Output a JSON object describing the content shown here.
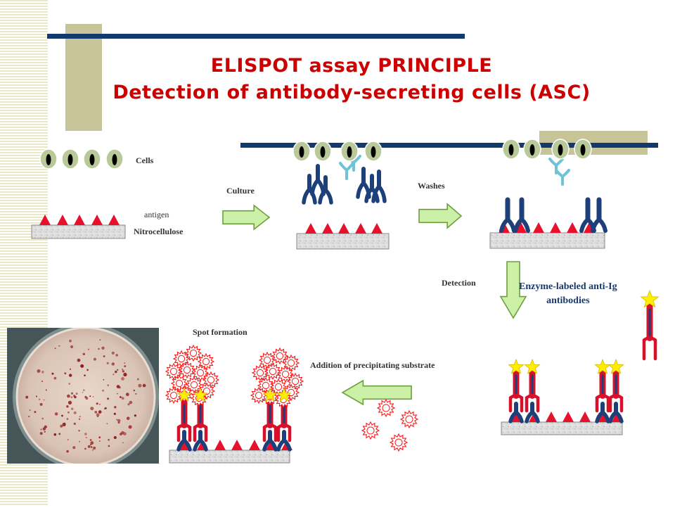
{
  "title": {
    "line1": "ELISPOT assay PRINCIPLE",
    "line2": "Detection of antibody-secreting cells (ASC)"
  },
  "labels": {
    "cells": "Cells",
    "antigen": "antigen",
    "nitrocellulose": "Nitrocellulose",
    "culture": "Culture",
    "washes": "Washes",
    "detection": "Detection",
    "enzyme_line1": "Enzyme-labeled anti-Ig",
    "enzyme_line2": "antibodies",
    "spot_formation": "Spot formation",
    "substrate": "Addition of precipitating substrate"
  },
  "colors": {
    "title": "#cc0000",
    "bar": "#123a6e",
    "accent_block": "#c8c49a",
    "antigen": "#e8112d",
    "antibody": "#1d3f7a",
    "secreted_antibody": "#6fc3d6",
    "anti_ig": "#d8102a",
    "enzyme_star": "#ffee00",
    "arrow_fill": "#ccf0a8",
    "arrow_stroke": "#6d9f3c",
    "cell_fill": "#b9c99a",
    "spot": "#ff1a1a"
  },
  "icons": {
    "arrow": "right-arrow",
    "star": "star",
    "cell": "cell",
    "antibody": "y-shaped-antibody",
    "spot": "sun-shaped-spot"
  }
}
